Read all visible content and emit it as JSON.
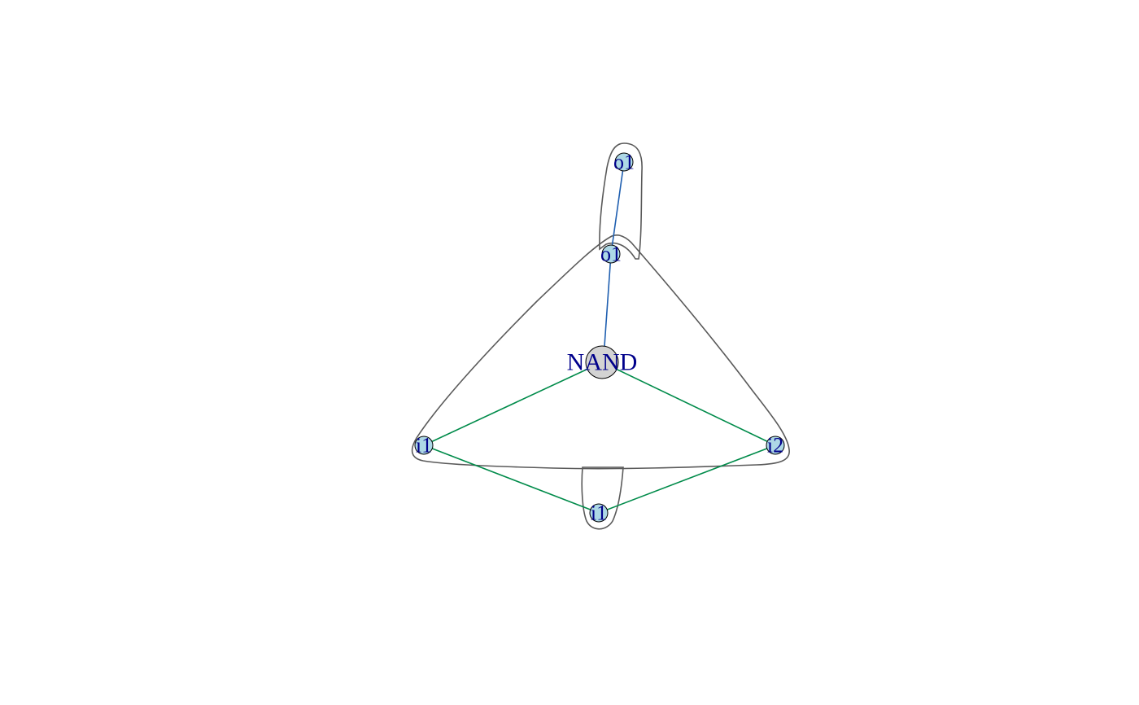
{
  "nodes": {
    "o1_top": {
      "label": "o1"
    },
    "o1_mid": {
      "label": "o1"
    },
    "nand": {
      "label": "NAND"
    },
    "i1_left": {
      "label": "i1"
    },
    "i2_right": {
      "label": "i2"
    },
    "i1_bottom": {
      "label": "i1"
    }
  },
  "colors": {
    "node_fill": "#add8e6",
    "nand_fill": "#d3d3d3",
    "label": "#00008b",
    "edge_input": "#008b4a",
    "edge_output": "#1f5fb0",
    "hull_stroke": "#5a5a5a"
  }
}
